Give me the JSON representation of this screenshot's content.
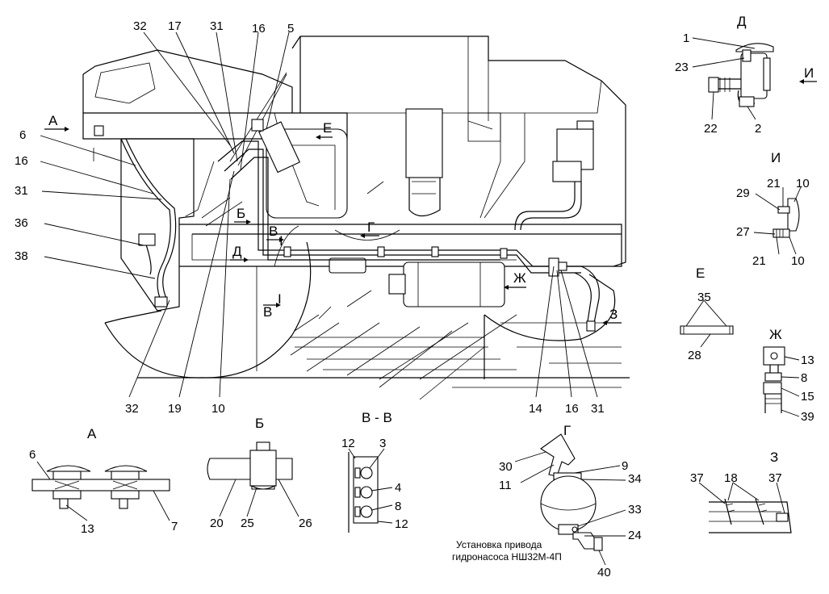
{
  "main_view": {
    "top_callouts": [
      "32",
      "17",
      "31",
      "16",
      "5"
    ],
    "left_callouts": [
      "6",
      "16",
      "31",
      "36",
      "38"
    ],
    "bottom_callouts": [
      "32",
      "19",
      "10",
      "14",
      "16",
      "31"
    ],
    "view_markers": {
      "a": "А",
      "e": "Е",
      "b": "Б",
      "v1": "В",
      "i1": "I",
      "g": "Г",
      "d": "Д",
      "zh": "Ж",
      "v2": "В",
      "i2": "I",
      "z": "З"
    }
  },
  "detail_d": {
    "title": "Д",
    "callouts": [
      "1",
      "23",
      "22",
      "2"
    ],
    "arrow_label": "И"
  },
  "detail_i": {
    "title": "И",
    "callouts": [
      "21",
      "10",
      "29",
      "27",
      "21",
      "10"
    ]
  },
  "detail_e": {
    "title": "Е",
    "callouts": [
      "35",
      "28"
    ]
  },
  "detail_zh": {
    "title": "Ж",
    "callouts": [
      "13",
      "8",
      "15",
      "39"
    ]
  },
  "detail_a": {
    "title": "А",
    "callouts": [
      "6",
      "13",
      "7"
    ]
  },
  "detail_b": {
    "title": "Б",
    "callouts": [
      "20",
      "25",
      "26"
    ]
  },
  "detail_vv": {
    "title": "В - В",
    "callouts": [
      "12",
      "3",
      "4",
      "8",
      "12"
    ]
  },
  "detail_g": {
    "title": "Г",
    "callouts": [
      "30",
      "11",
      "9",
      "34",
      "33",
      "24",
      "40"
    ],
    "caption_line1": "Установка привода",
    "caption_line2": "гидронасоса НШ32М-4П"
  },
  "detail_z": {
    "title": "З",
    "callouts": [
      "37",
      "18",
      "37"
    ]
  }
}
